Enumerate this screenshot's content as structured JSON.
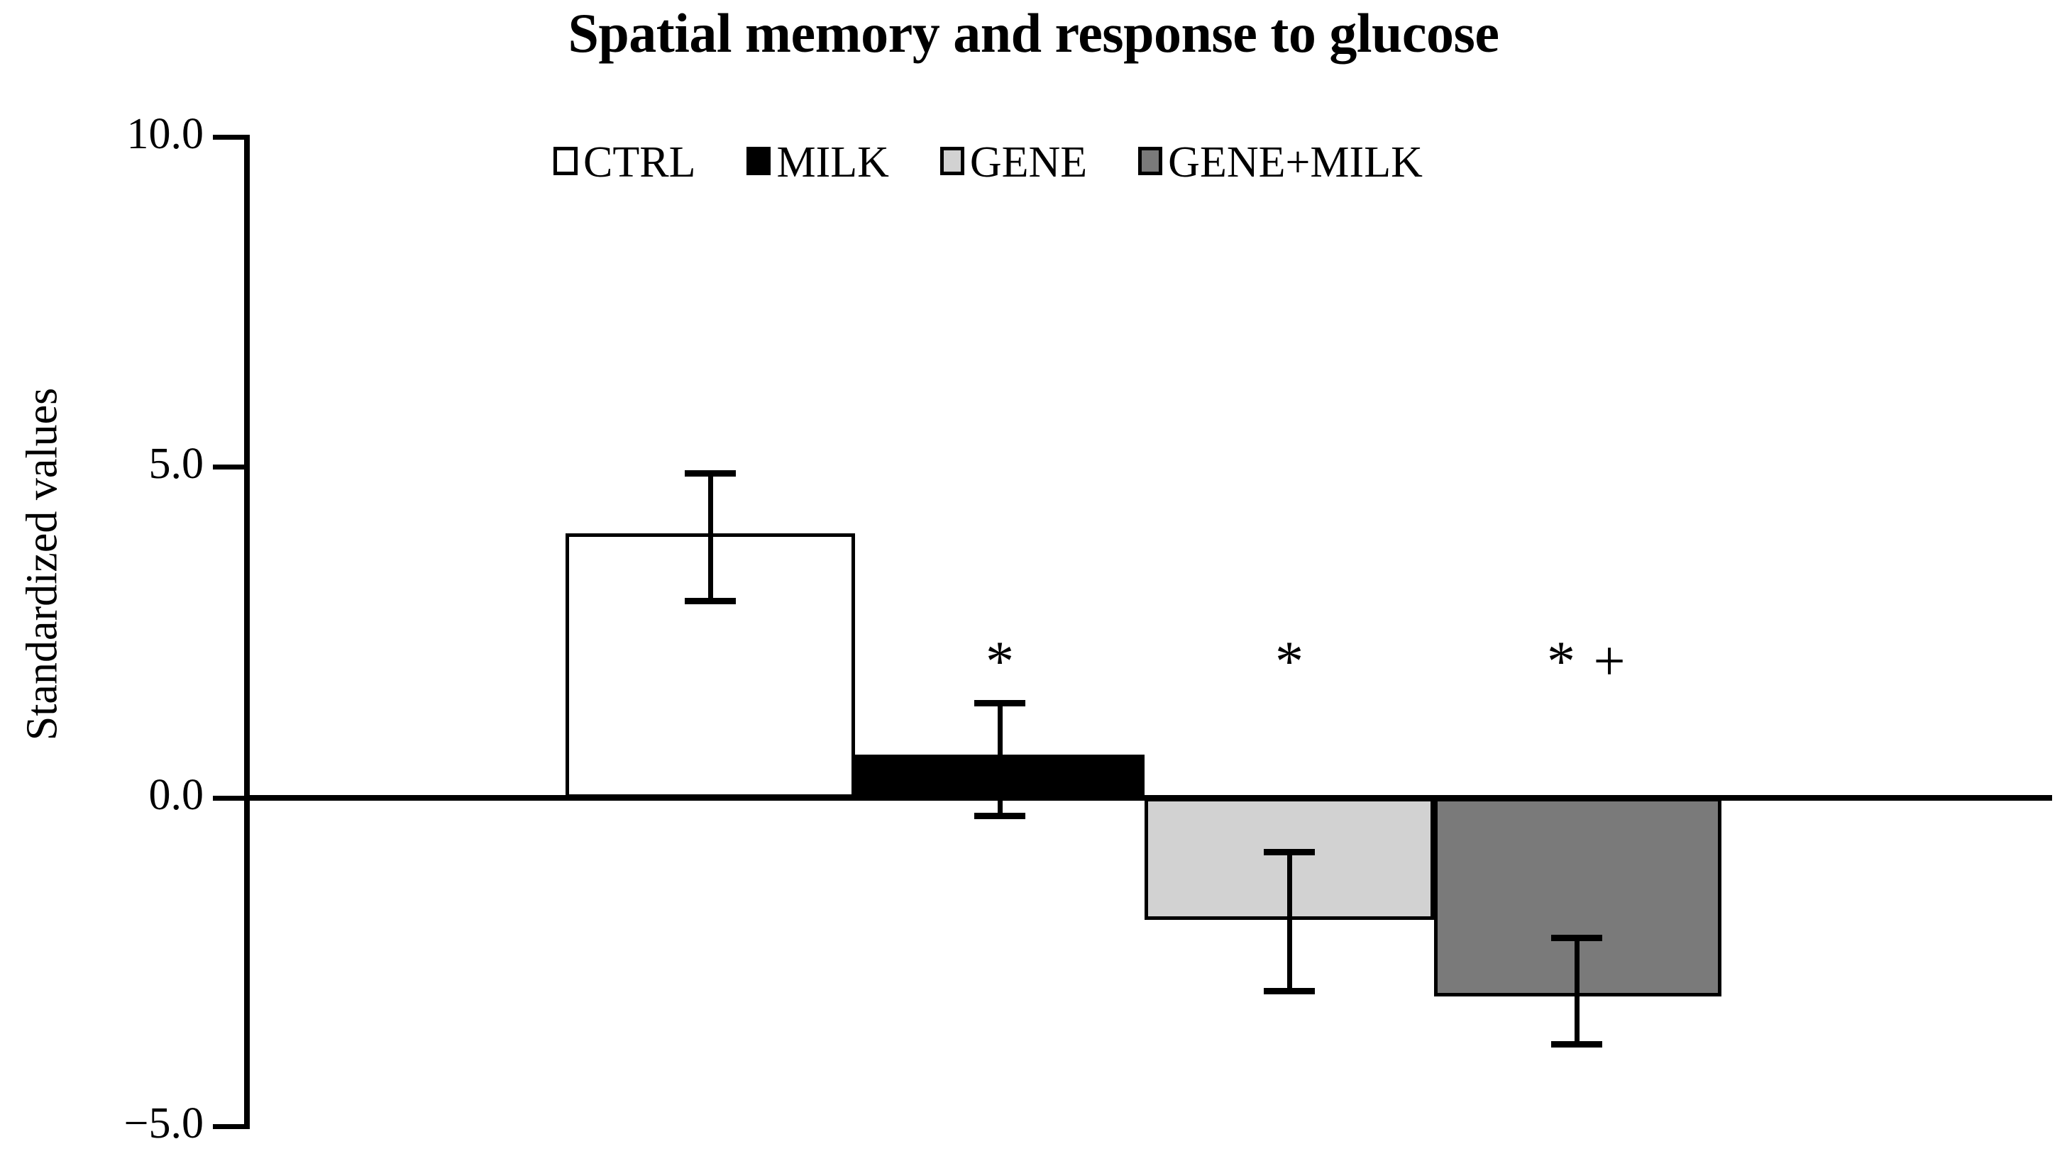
{
  "chart_data": {
    "type": "bar",
    "title": "Spatial memory and response to glucose",
    "xlabel": "",
    "ylabel": "Standardized values",
    "ylim": [
      -5.0,
      10.0
    ],
    "grid": false,
    "legend_position": "top-center",
    "categories": [
      "CTRL",
      "MILK",
      "GENE",
      "GENE+MILK"
    ],
    "values": [
      4.0,
      0.65,
      -1.85,
      -3.0
    ],
    "error_upper": [
      5.0,
      1.45,
      -0.8,
      -2.1
    ],
    "error_lower": [
      3.0,
      -0.25,
      -2.9,
      -3.7
    ],
    "significance_markers": [
      "",
      "*",
      "*",
      "* +"
    ],
    "yticks": [
      10.0,
      5.0,
      0.0,
      -5.0
    ],
    "ytick_labels": [
      "10.0",
      "5.0",
      "0.0",
      "−5.0"
    ],
    "series": [
      {
        "name": "CTRL",
        "value": 4.0,
        "error_upper": 5.0,
        "error_lower": 3.0,
        "fill": "#ffffff",
        "marker": ""
      },
      {
        "name": "MILK",
        "value": 0.65,
        "error_upper": 1.45,
        "error_lower": -0.25,
        "fill": "#000000",
        "marker": "*"
      },
      {
        "name": "GENE",
        "value": -1.85,
        "error_upper": -0.8,
        "error_lower": -2.9,
        "fill": "#d2d2d2",
        "marker": "*"
      },
      {
        "name": "GENE+MILK",
        "value": -3.0,
        "error_upper": -2.1,
        "error_lower": -3.7,
        "fill": "#7a7a7a",
        "marker": "* +"
      }
    ]
  },
  "title": {
    "text": "Spatial memory and response to glucose"
  },
  "axes": {
    "y_title": "Standardized values",
    "y_tick_labels": [
      "10.0",
      "5.0",
      "0.0",
      "−5.0"
    ]
  },
  "legend": {
    "items": [
      {
        "label": "CTRL",
        "color": "#ffffff"
      },
      {
        "label": "MILK",
        "color": "#000000"
      },
      {
        "label": "GENE",
        "color": "#d2d2d2"
      },
      {
        "label": "GENE+MILK",
        "color": "#7a7a7a"
      }
    ]
  },
  "markers": {
    "milk": "*",
    "gene": "*",
    "gene_milk_star": "*",
    "gene_milk_plus": "+"
  },
  "colors": {
    "axis": "#000000",
    "background": "#ffffff",
    "ctrl_fill": "#ffffff",
    "milk_fill": "#000000",
    "gene_fill": "#d2d2d2",
    "gene_milk_fill": "#7a7a7a"
  }
}
